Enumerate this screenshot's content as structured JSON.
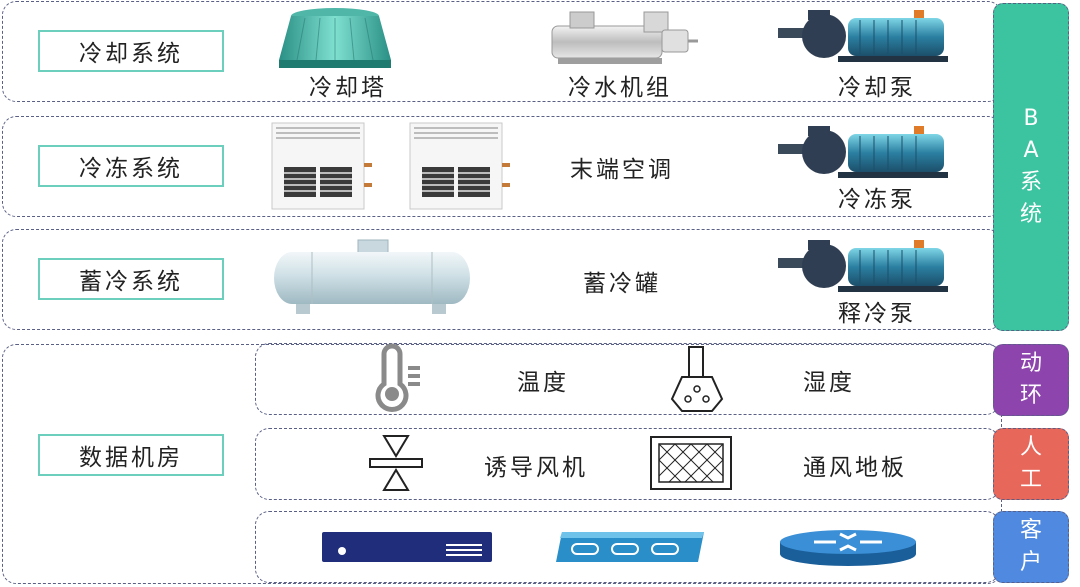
{
  "systems": {
    "cooling": {
      "label": "冷却系统",
      "tower": "冷却塔",
      "chiller": "冷水机组",
      "pump": "冷却泵"
    },
    "freezing": {
      "label": "冷冻系统",
      "terminal": "末端空调",
      "pump": "冷冻泵"
    },
    "storage": {
      "label": "蓄冷系统",
      "tank": "蓄冷罐",
      "pump": "释冷泵"
    },
    "datacenter": {
      "label": "数据机房",
      "env_row": {
        "temp": "温度",
        "humidity": "湿度"
      },
      "manual_row": {
        "fan": "诱导风机",
        "floor": "通风地板"
      }
    }
  },
  "side_labels": {
    "ba": "BA系统",
    "env": "动环",
    "manual": "人工",
    "customer": "客户"
  },
  "colors": {
    "ba": "#3cc3a0",
    "env": "#8e44ad",
    "manual": "#e8675b",
    "customer": "#4f8ae0",
    "label_border": "#6ccfbd",
    "panel_border": "#5a5f86"
  },
  "icons": [
    "cooling-tower-icon",
    "chiller-unit-icon",
    "pump-icon",
    "air-conditioner-icon",
    "storage-tank-icon",
    "thermometer-icon",
    "humidity-sensor-icon",
    "fan-valve-icon",
    "vent-floor-icon",
    "server-icon",
    "switch-icon",
    "router-icon"
  ]
}
